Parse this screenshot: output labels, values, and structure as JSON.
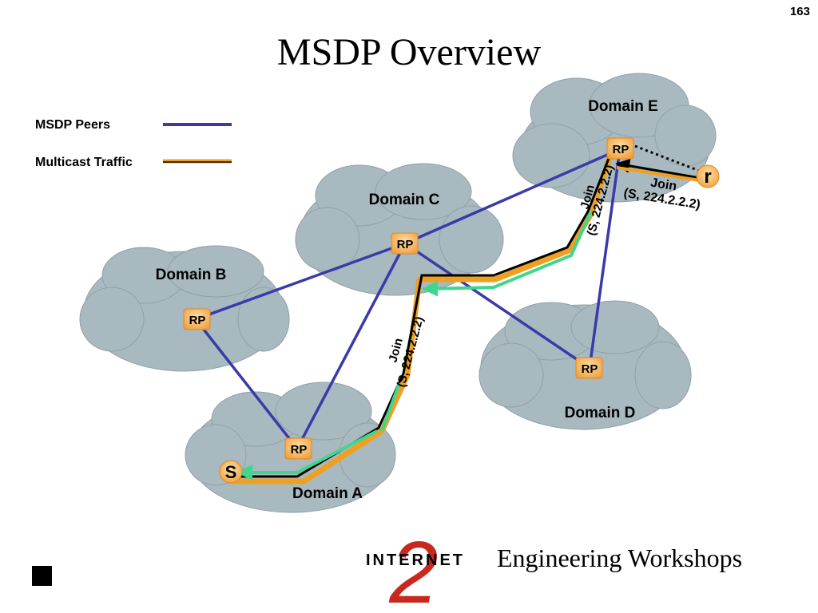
{
  "page_number": "163",
  "title": "MSDP Overview",
  "legend": {
    "msdp_peers": "MSDP Peers",
    "multicast_traffic": "Multicast Traffic"
  },
  "domains": {
    "a": "Domain A",
    "b": "Domain B",
    "c": "Domain C",
    "d": "Domain D",
    "e": "Domain E"
  },
  "rp_label": "RP",
  "source_label": "S",
  "receiver_label": "r",
  "joins": {
    "join_word": "Join",
    "group": "(S, 224.2.2.2)"
  },
  "footer": {
    "logo_text": "INTERNET",
    "logo_numeral": "2",
    "workshops": "Engineering Workshops"
  },
  "colors": {
    "cloud_fill": "#a9b9c0",
    "msdp_peer_line": "#3a3aa8",
    "multicast_traffic": "#f0a020",
    "rp_box": "#f6b45a",
    "join_path": "#3fd68e",
    "logo_red": "#c8281e"
  }
}
